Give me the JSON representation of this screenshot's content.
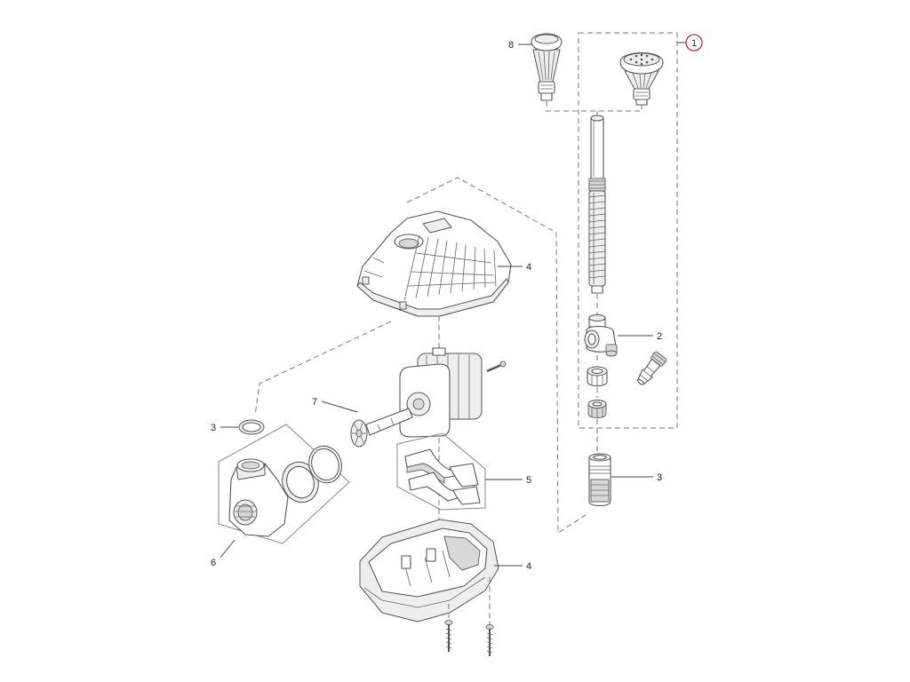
{
  "callout_labels": [
    "8",
    "1",
    "4",
    "2",
    "7",
    "3",
    "3",
    "5",
    "6",
    "4"
  ],
  "colors": {
    "set_marker": "#d42a2a",
    "line_art": "#555555"
  }
}
